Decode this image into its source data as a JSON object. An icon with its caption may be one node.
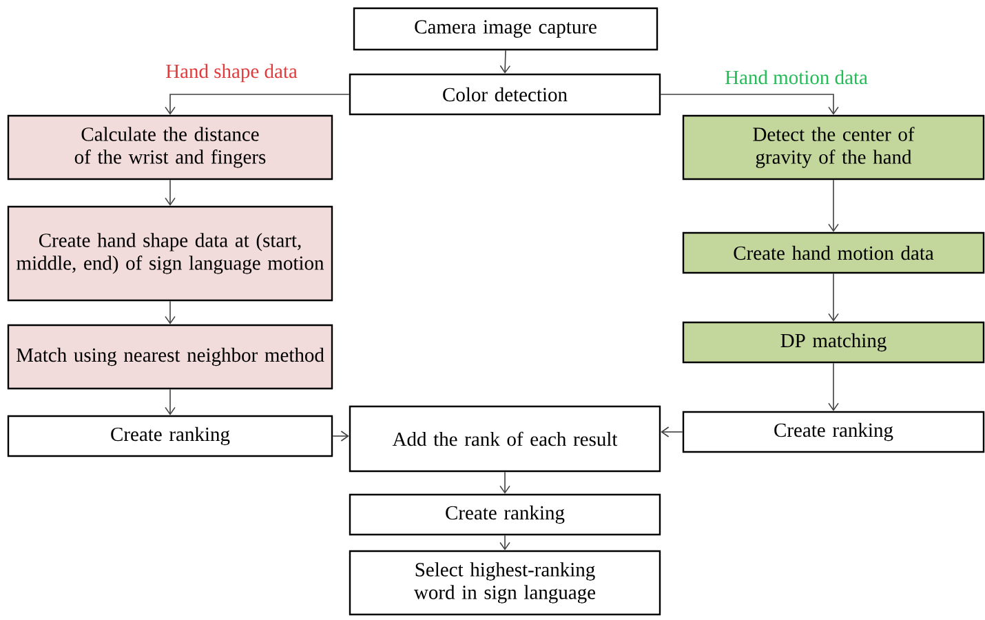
{
  "diagram": {
    "nodes": [
      {
        "text": [
          "Camera image capture"
        ]
      },
      {
        "text": [
          "Color detection"
        ]
      },
      {
        "text": [
          "Calculate the distance of the wrist and fingers"
        ]
      },
      {
        "text": [
          "Create hand shape data at (start, middle, end) of sign language motion"
        ]
      },
      {
        "text": [
          "Match using nearest neighbor method"
        ]
      },
      {
        "text": [
          "Create ranking"
        ]
      },
      {
        "text": [
          "Detect the center of gravity of the hand"
        ]
      },
      {
        "text": [
          "Create hand motion data"
        ]
      },
      {
        "text": [
          "DP matching"
        ]
      },
      {
        "text": [
          "Create ranking"
        ]
      },
      {
        "text": [
          "Add the rank of each result"
        ]
      },
      {
        "text": [
          "Create ranking"
        ]
      },
      {
        "text": [
          "Select highest-ranking word in sign language"
        ]
      }
    ],
    "edges": [
      {
        "from": 0,
        "to": 1,
        "arrow": "to"
      },
      {
        "from": 1,
        "to": 2,
        "arrow": "to",
        "label": "Hand shape data"
      },
      {
        "from": 1,
        "to": 6,
        "arrow": "to",
        "label": "Hand motion data"
      },
      {
        "from": 2,
        "to": 3,
        "arrow": "to"
      },
      {
        "from": 3,
        "to": 4,
        "arrow": "to"
      },
      {
        "from": 4,
        "to": 5,
        "arrow": "to"
      },
      {
        "from": 6,
        "to": 7,
        "arrow": "to"
      },
      {
        "from": 7,
        "to": 8,
        "arrow": "to"
      },
      {
        "from": 8,
        "to": 9,
        "arrow": "to"
      },
      {
        "from": 5,
        "to": 10,
        "arrow": "to"
      },
      {
        "from": 9,
        "to": 10,
        "arrow": "to"
      },
      {
        "from": 10,
        "to": 11,
        "arrow": "to"
      },
      {
        "from": 11,
        "to": 12,
        "arrow": "to"
      }
    ]
  }
}
